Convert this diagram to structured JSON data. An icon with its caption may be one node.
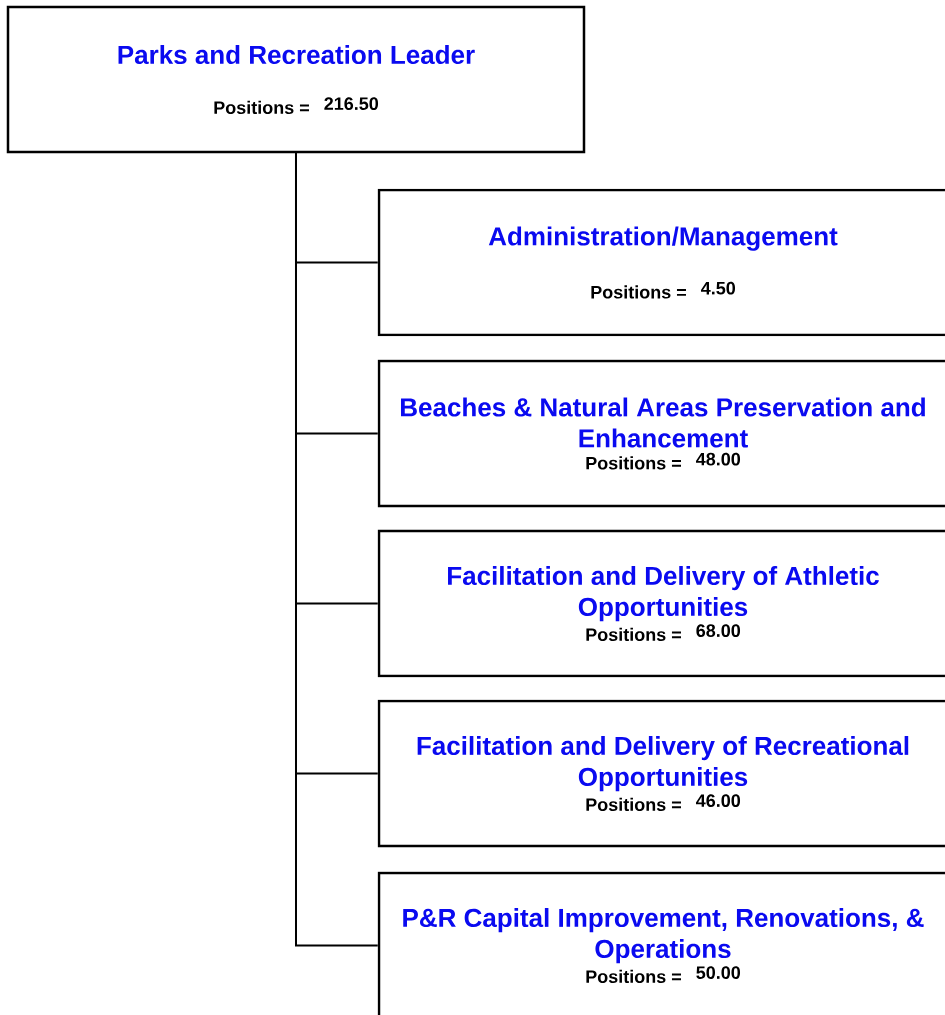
{
  "diagram": {
    "nodes": [
      {
        "text": [
          "Parks and Recreation Leader",
          "Positions =",
          "216.50"
        ]
      },
      {
        "text": [
          "Administration/Management",
          "Positions =",
          "4.50"
        ]
      },
      {
        "text": [
          "Beaches & Natural Areas Preservation and Enhancement",
          "Positions =",
          "48.00"
        ]
      },
      {
        "text": [
          "Facilitation and Delivery of Athletic Opportunities",
          "Positions =",
          "68.00"
        ]
      },
      {
        "text": [
          "Facilitation and Delivery of Recreational Opportunities",
          "Positions =",
          "46.00"
        ]
      },
      {
        "text": [
          "P&R Capital Improvement, Renovations, & Operations",
          "Positions =",
          "50.00"
        ]
      }
    ],
    "edges": [
      {
        "from": 0,
        "to": 1,
        "arrow": "none"
      },
      {
        "from": 0,
        "to": 2,
        "arrow": "none"
      },
      {
        "from": 0,
        "to": 3,
        "arrow": "none"
      },
      {
        "from": 0,
        "to": 4,
        "arrow": "none"
      },
      {
        "from": 0,
        "to": 5,
        "arrow": "none"
      }
    ]
  }
}
